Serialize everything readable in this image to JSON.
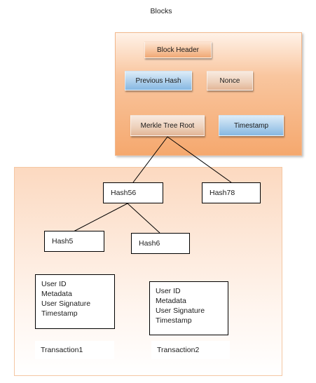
{
  "title": "Blocks",
  "header": {
    "block_header": "Block Header",
    "previous_hash": "Previous Hash",
    "nonce": "Nonce",
    "merkle_root": "Merkle Tree Root",
    "timestamp": "Timestamp"
  },
  "tree": {
    "hash56": "Hash56",
    "hash78": "Hash78",
    "hash5": "Hash5",
    "hash6": "Hash6"
  },
  "records": [
    {
      "lines": [
        "User ID",
        "Metadata",
        "User Signature",
        "Timestamp"
      ]
    },
    {
      "lines": [
        "User ID",
        "Metadata",
        "User Signature",
        "Timestamp"
      ]
    }
  ],
  "transactions": [
    "Transaction1",
    "Transaction2"
  ],
  "colors": {
    "orange_panel": "#f5a86e",
    "body_panel": "#fde8d9",
    "blue_pill": "#a9cdeb",
    "line": "#000000"
  }
}
